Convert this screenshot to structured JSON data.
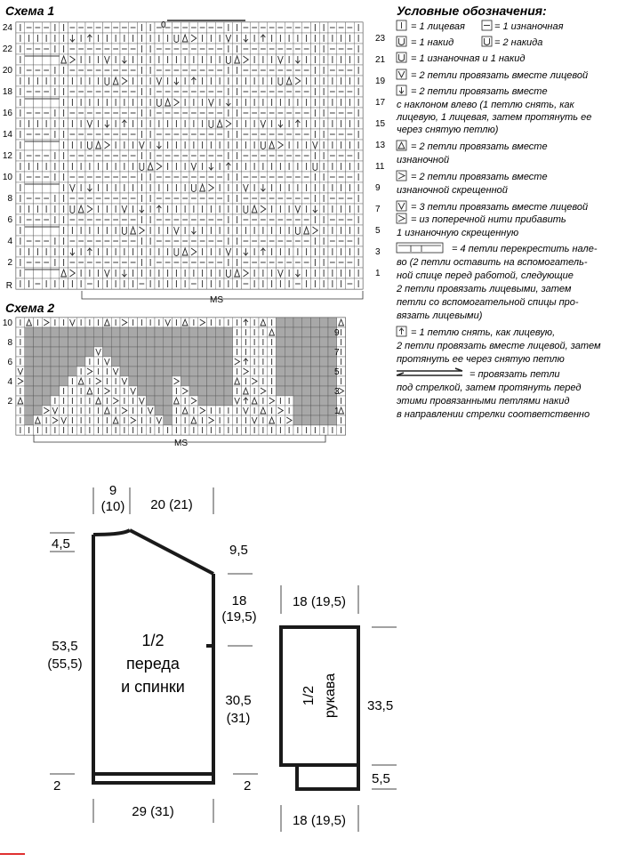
{
  "chart1": {
    "title": "Схема 1",
    "cols": 40,
    "rows": 25,
    "left_numbers": [
      "24",
      "22",
      "20",
      "18",
      "16",
      "14",
      "12",
      "10",
      "8",
      "6",
      "4",
      "2",
      "R"
    ],
    "right_numbers": [
      "23",
      "21",
      "19",
      "17",
      "15",
      "13",
      "11",
      "9",
      "7",
      "5",
      "3",
      "1"
    ],
    "ms_label": "MS",
    "top_number": "0"
  },
  "chart2": {
    "title": "Схема 2",
    "cols": 38,
    "rows": 12,
    "left_numbers": [
      "10",
      "8",
      "6",
      "4",
      "2"
    ],
    "right_numbers": [
      "9",
      "7",
      "5",
      "3",
      "1"
    ],
    "ms_label": "MS"
  },
  "legend": {
    "title": "Условные обозначения:",
    "items": [
      "= 1 лицевая",
      "= 1 изнаночная",
      "= 1 накид",
      "= 2 накида",
      "= 1 изнаночная и 1 накид",
      "= 2 петли провязать вместе лицевой",
      "= 2 петли провязать вместе",
      "с наклоном влево (1 петлю снять, как",
      "лицевую, 1 лицевая, затем протянуть ее",
      "через снятую петлю)",
      "= 2 петли провязать вместе",
      "изнаночной",
      "= 2 петли провязать вместе",
      "изнаночной скрещенной",
      "= 3 петли провязать вместе лицевой",
      "= из поперечной нити прибавить",
      "1 изнаночную скрещенную",
      "= 4 петли перекрестить нале-",
      "во (2 петли оставить на вспомогатель-",
      "ной спице перед работой, следующие",
      "2 петли провязать лицевыми, затем",
      "петли со вспомогательной спицы про-",
      "вязать лицевыми)",
      "= 1 петлю снять, как лицевую,",
      "2 петли провязать вместе лицевой, затем",
      "протянуть ее через снятую петлю",
      "= провязать петли",
      "под стрелкой, затем протянуть перед",
      "этими провязанными петлями накид",
      "в направлении стрелки соответственно"
    ]
  },
  "body_pattern": {
    "label_line1": "1/2",
    "label_line2": "переда",
    "label_line3": "и спинки",
    "top_left": "9",
    "top_left_alt": "(10)",
    "top_right": "20 (21)",
    "neck_depth": "4,5",
    "shoulder_drop": "9,5",
    "armhole": "18",
    "armhole_alt": "(19,5)",
    "total_height": "53,5",
    "total_height_alt": "(55,5)",
    "side_height": "30,5",
    "side_height_alt": "(31)",
    "hem_left": "2",
    "hem_right": "2",
    "width": "29 (31)"
  },
  "sleeve_pattern": {
    "label_line1": "1/2",
    "label_line2": "рукава",
    "top_width": "18 (19,5)",
    "height": "33,5",
    "cuff": "5,5",
    "bottom_width": "18 (19,5)"
  }
}
